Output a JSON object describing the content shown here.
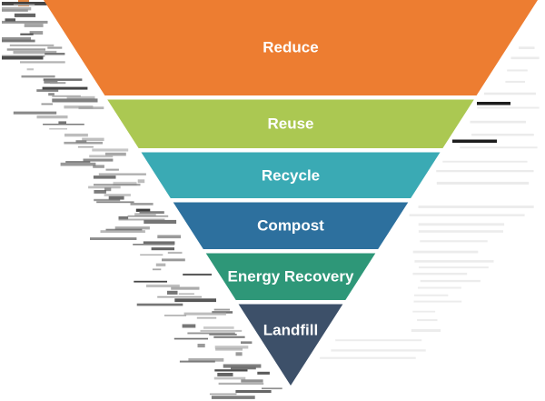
{
  "diagram": {
    "type": "inverted-pyramid",
    "subject": "waste-management-hierarchy",
    "label_color": "#FFFFFF",
    "layers": [
      {
        "label": "Reduce",
        "color": "#ED7D31"
      },
      {
        "label": "Reuse",
        "color": "#ABC852"
      },
      {
        "label": "Recycle",
        "color": "#3AAAB4"
      },
      {
        "label": "Compost",
        "color": "#2D709E"
      },
      {
        "label": "Energy Recovery",
        "color": "#2E9778"
      },
      {
        "label": "Landfill",
        "color": "#3D5069"
      }
    ]
  },
  "artifacts": {
    "left_noise_greys": [
      "#3a3a3a",
      "#5a5a5a",
      "#6f6f6f",
      "#848484",
      "#989898",
      "#ababab"
    ],
    "ghost_line_grey": "#e9e9e9",
    "black_line_color": "#111111",
    "orange_fleck_color": "#DE7A2F"
  }
}
